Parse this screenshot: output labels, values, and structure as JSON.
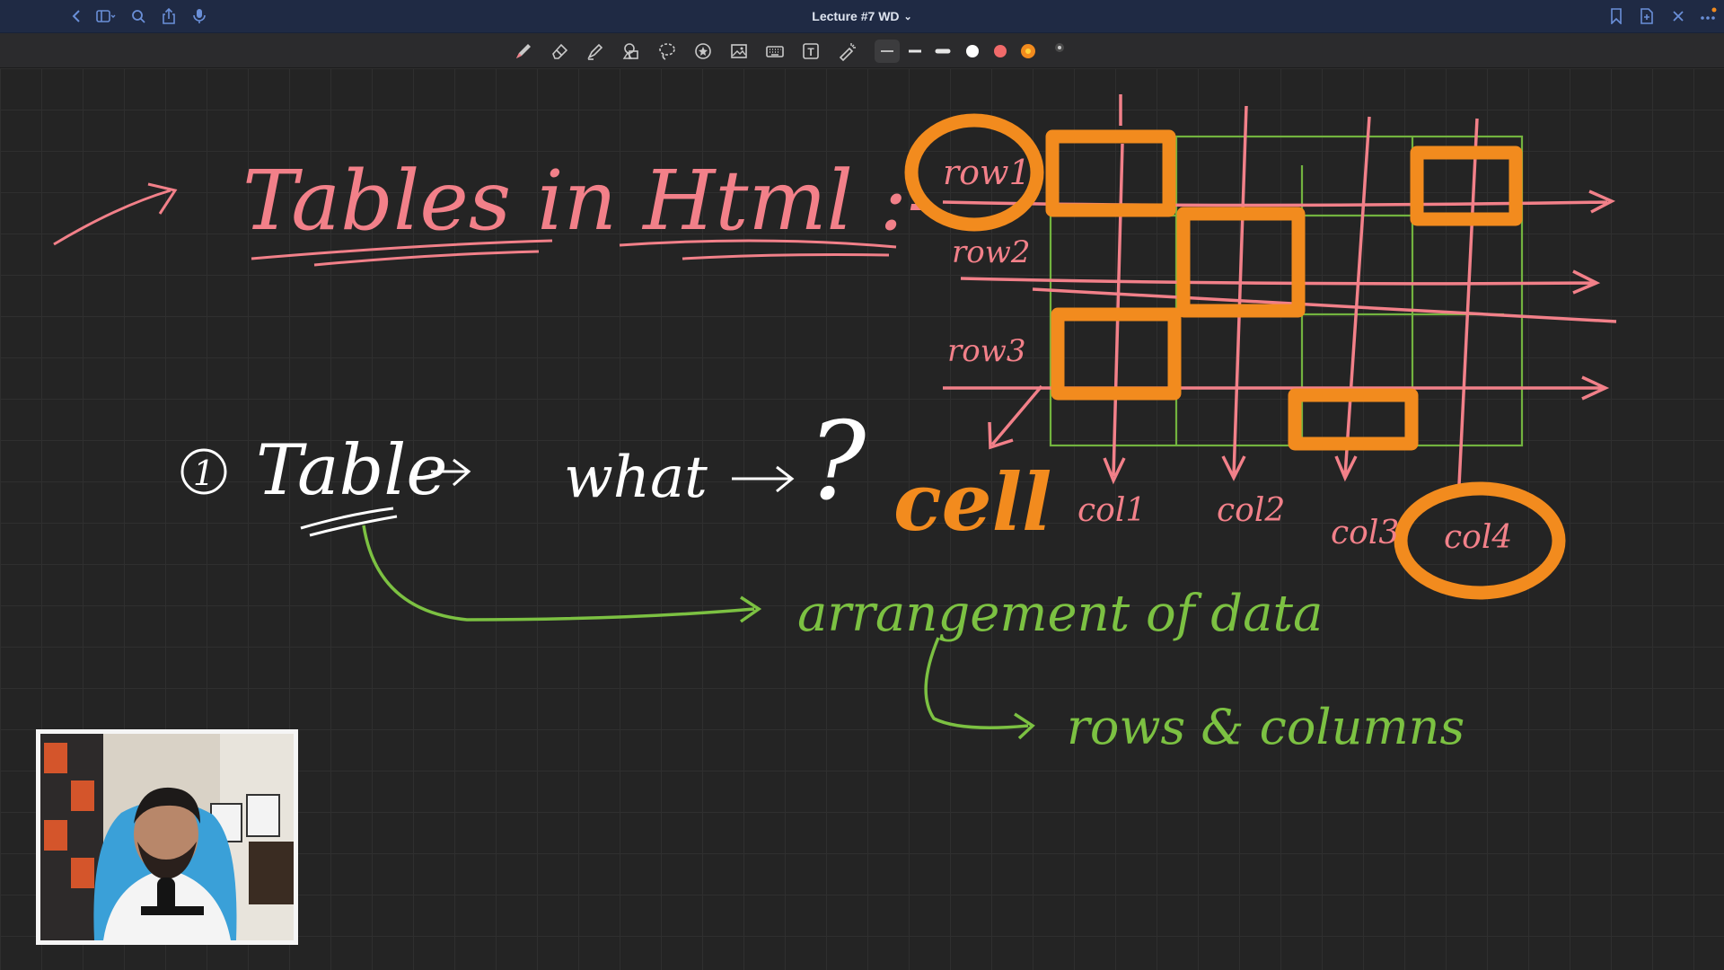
{
  "window": {
    "title": "Lecture #7 WD",
    "title_chevron": "⌄",
    "left_icons": [
      "back-icon",
      "sidebar-icon",
      "search-icon",
      "share-icon",
      "microphone-icon"
    ],
    "right_icons": [
      "bookmark-icon",
      "add-page-icon",
      "close-icon",
      "more-icon"
    ]
  },
  "toolbar": {
    "tools": [
      "pen-icon",
      "eraser-icon",
      "highlighter-icon",
      "shapes-icon",
      "lasso-icon",
      "sticker-icon",
      "image-icon",
      "keyboard-icon",
      "text-icon",
      "laser-pointer-icon"
    ],
    "stroke_widths": [
      "thin",
      "medium",
      "thick"
    ],
    "colors": [
      "#ffffff",
      "#f06a6a",
      "#f28b1e"
    ],
    "selected_color": "#f28b1e",
    "text_tool_glyph": "T"
  },
  "colors": {
    "pink": "#f28089",
    "white": "#ffffff",
    "orange": "#f28b1e",
    "green": "#7cc142",
    "grid_green": "#72b33f"
  },
  "notes": {
    "title": "Tables in Html :-",
    "point_number": "1",
    "point_text": "Table",
    "question_word": "what",
    "question_mark": "?",
    "definition": "arrangement of data",
    "rows_columns": "rows & columns",
    "diagram": {
      "rows": [
        "row1",
        "row2",
        "row3"
      ],
      "cols": [
        "col1",
        "col2",
        "col3",
        "col4"
      ],
      "cell_label": "cell"
    }
  }
}
